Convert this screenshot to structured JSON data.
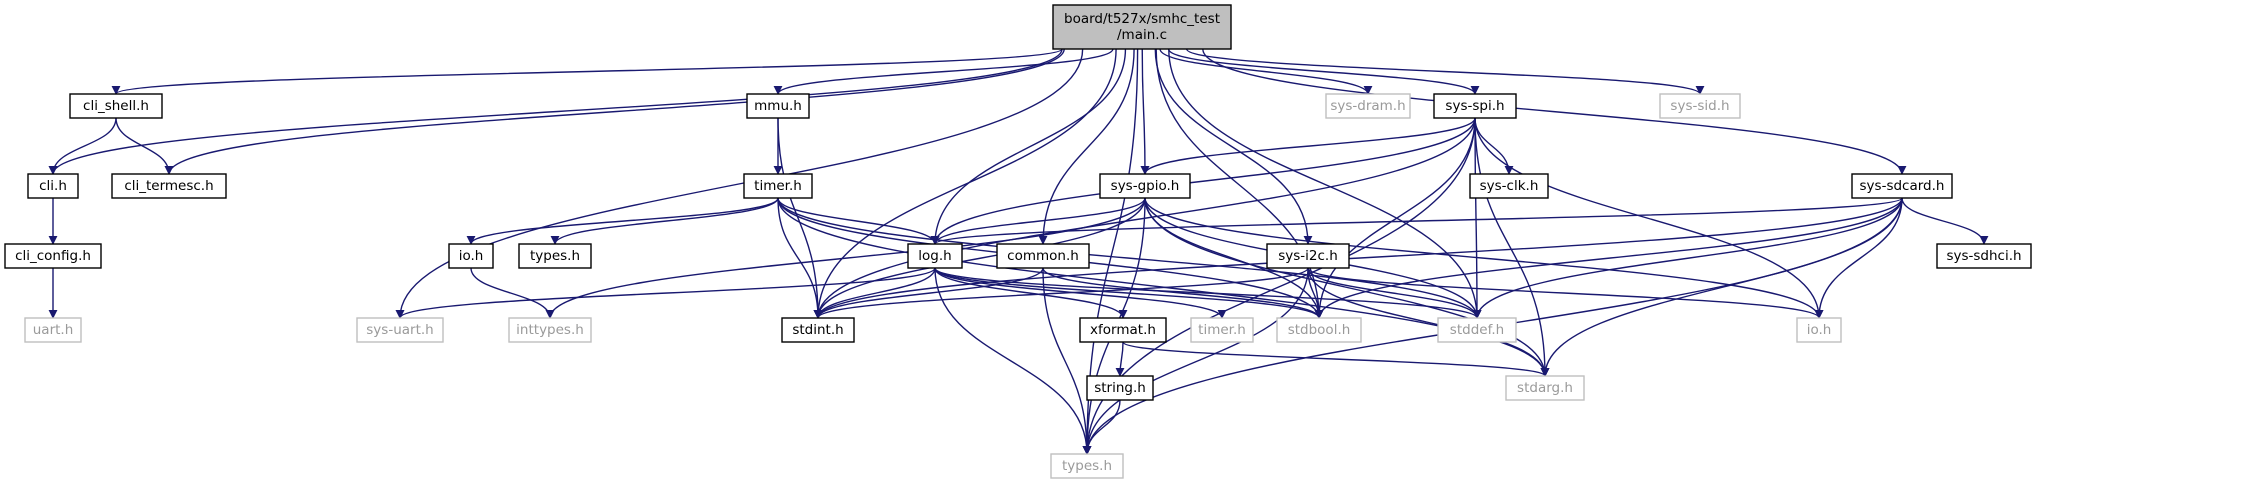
{
  "graph": {
    "root": "main_c",
    "colors": {
      "edge": "#191970",
      "root_fill": "#bfbfbf",
      "solid_border": "#000000",
      "missing_border": "#bfbfbf",
      "missing_text": "#9a9a9a"
    },
    "nodes": [
      {
        "id": "main_c",
        "label_lines": [
          "board/t527x/smhc_test",
          "/main.c"
        ],
        "style": "root"
      },
      {
        "id": "cli_shell_h",
        "label_lines": [
          "cli_shell.h"
        ],
        "style": "solid"
      },
      {
        "id": "cli_h",
        "label_lines": [
          "cli.h"
        ],
        "style": "solid"
      },
      {
        "id": "cli_termesc_h",
        "label_lines": [
          "cli_termesc.h"
        ],
        "style": "solid"
      },
      {
        "id": "cli_config_h",
        "label_lines": [
          "cli_config.h"
        ],
        "style": "solid"
      },
      {
        "id": "uart_h",
        "label_lines": [
          "uart.h"
        ],
        "style": "missing"
      },
      {
        "id": "mmu_h",
        "label_lines": [
          "mmu.h"
        ],
        "style": "solid"
      },
      {
        "id": "timer_h",
        "label_lines": [
          "timer.h"
        ],
        "style": "solid"
      },
      {
        "id": "io_h_small",
        "label_lines": [
          "io.h"
        ],
        "style": "solid"
      },
      {
        "id": "types_h_small",
        "label_lines": [
          "types.h"
        ],
        "style": "solid"
      },
      {
        "id": "sys_dram_h",
        "label_lines": [
          "sys-dram.h"
        ],
        "style": "missing"
      },
      {
        "id": "sys_spi_h",
        "label_lines": [
          "sys-spi.h"
        ],
        "style": "solid"
      },
      {
        "id": "sys_sid_h",
        "label_lines": [
          "sys-sid.h"
        ],
        "style": "missing"
      },
      {
        "id": "sys_clk_h",
        "label_lines": [
          "sys-clk.h"
        ],
        "style": "solid"
      },
      {
        "id": "sys_gpio_h",
        "label_lines": [
          "sys-gpio.h"
        ],
        "style": "solid"
      },
      {
        "id": "sys_sdcard_h",
        "label_lines": [
          "sys-sdcard.h"
        ],
        "style": "solid"
      },
      {
        "id": "sys_sdhci_h",
        "label_lines": [
          "sys-sdhci.h"
        ],
        "style": "solid"
      },
      {
        "id": "log_h",
        "label_lines": [
          "log.h"
        ],
        "style": "solid"
      },
      {
        "id": "common_h",
        "label_lines": [
          "common.h"
        ],
        "style": "solid"
      },
      {
        "id": "sys_i2c_h",
        "label_lines": [
          "sys-i2c.h"
        ],
        "style": "solid"
      },
      {
        "id": "sys_uart_h",
        "label_lines": [
          "sys-uart.h"
        ],
        "style": "missing"
      },
      {
        "id": "inttypes_h",
        "label_lines": [
          "inttypes.h"
        ],
        "style": "missing"
      },
      {
        "id": "stdint_h",
        "label_lines": [
          "stdint.h"
        ],
        "style": "solid"
      },
      {
        "id": "xformat_h",
        "label_lines": [
          "xformat.h"
        ],
        "style": "solid"
      },
      {
        "id": "timer_h_sys",
        "label_lines": [
          "timer.h"
        ],
        "style": "missing"
      },
      {
        "id": "stdbool_h",
        "label_lines": [
          "stdbool.h"
        ],
        "style": "missing"
      },
      {
        "id": "stddef_h",
        "label_lines": [
          "stddef.h"
        ],
        "style": "missing"
      },
      {
        "id": "io_h",
        "label_lines": [
          "io.h"
        ],
        "style": "missing"
      },
      {
        "id": "string_h",
        "label_lines": [
          "string.h"
        ],
        "style": "solid"
      },
      {
        "id": "stdarg_h",
        "label_lines": [
          "stdarg.h"
        ],
        "style": "missing"
      },
      {
        "id": "types_h",
        "label_lines": [
          "types.h"
        ],
        "style": "missing"
      }
    ],
    "edges": [
      [
        "main_c",
        "cli_shell_h"
      ],
      [
        "main_c",
        "cli_h"
      ],
      [
        "main_c",
        "cli_termesc_h"
      ],
      [
        "main_c",
        "mmu_h"
      ],
      [
        "main_c",
        "sys_dram_h"
      ],
      [
        "main_c",
        "sys_spi_h"
      ],
      [
        "main_c",
        "sys_sid_h"
      ],
      [
        "main_c",
        "sys_gpio_h"
      ],
      [
        "main_c",
        "sys_sdcard_h"
      ],
      [
        "main_c",
        "log_h"
      ],
      [
        "main_c",
        "common_h"
      ],
      [
        "main_c",
        "sys_i2c_h"
      ],
      [
        "main_c",
        "sys_uart_h"
      ],
      [
        "main_c",
        "stdint_h"
      ],
      [
        "main_c",
        "stdbool_h"
      ],
      [
        "main_c",
        "stddef_h"
      ],
      [
        "main_c",
        "types_h"
      ],
      [
        "cli_shell_h",
        "cli_h"
      ],
      [
        "cli_shell_h",
        "cli_termesc_h"
      ],
      [
        "cli_h",
        "cli_config_h"
      ],
      [
        "cli_config_h",
        "uart_h"
      ],
      [
        "mmu_h",
        "timer_h"
      ],
      [
        "mmu_h",
        "stdint_h"
      ],
      [
        "timer_h",
        "io_h_small"
      ],
      [
        "timer_h",
        "types_h_small"
      ],
      [
        "timer_h",
        "log_h"
      ],
      [
        "timer_h",
        "stdint_h"
      ],
      [
        "timer_h",
        "stdbool_h"
      ],
      [
        "timer_h",
        "stddef_h"
      ],
      [
        "timer_h",
        "stdarg_h"
      ],
      [
        "io_h_small",
        "inttypes_h"
      ],
      [
        "sys_spi_h",
        "sys_clk_h"
      ],
      [
        "sys_spi_h",
        "sys_gpio_h"
      ],
      [
        "sys_spi_h",
        "log_h"
      ],
      [
        "sys_spi_h",
        "stdint_h"
      ],
      [
        "sys_spi_h",
        "stdbool_h"
      ],
      [
        "sys_spi_h",
        "stddef_h"
      ],
      [
        "sys_spi_h",
        "io_h"
      ],
      [
        "sys_spi_h",
        "stdarg_h"
      ],
      [
        "sys_spi_h",
        "types_h"
      ],
      [
        "sys_gpio_h",
        "log_h"
      ],
      [
        "sys_gpio_h",
        "inttypes_h"
      ],
      [
        "sys_gpio_h",
        "stdint_h"
      ],
      [
        "sys_gpio_h",
        "stdbool_h"
      ],
      [
        "sys_gpio_h",
        "stddef_h"
      ],
      [
        "sys_gpio_h",
        "stdarg_h"
      ],
      [
        "sys_gpio_h",
        "io_h"
      ],
      [
        "sys_gpio_h",
        "types_h"
      ],
      [
        "sys_sdcard_h",
        "sys_sdhci_h"
      ],
      [
        "sys_sdcard_h",
        "log_h"
      ],
      [
        "sys_sdcard_h",
        "stdint_h"
      ],
      [
        "sys_sdcard_h",
        "stdbool_h"
      ],
      [
        "sys_sdcard_h",
        "stddef_h"
      ],
      [
        "sys_sdcard_h",
        "io_h"
      ],
      [
        "sys_sdcard_h",
        "stdarg_h"
      ],
      [
        "sys_sdcard_h",
        "types_h"
      ],
      [
        "log_h",
        "sys_uart_h"
      ],
      [
        "log_h",
        "stdint_h"
      ],
      [
        "log_h",
        "xformat_h"
      ],
      [
        "log_h",
        "timer_h_sys"
      ],
      [
        "log_h",
        "stdbool_h"
      ],
      [
        "log_h",
        "stddef_h"
      ],
      [
        "log_h",
        "types_h"
      ],
      [
        "common_h",
        "stdint_h"
      ],
      [
        "common_h",
        "stdbool_h"
      ],
      [
        "common_h",
        "types_h"
      ],
      [
        "sys_i2c_h",
        "stdint_h"
      ],
      [
        "sys_i2c_h",
        "stdbool_h"
      ],
      [
        "sys_i2c_h",
        "stddef_h"
      ],
      [
        "sys_i2c_h",
        "io_h"
      ],
      [
        "sys_i2c_h",
        "stdarg_h"
      ],
      [
        "sys_i2c_h",
        "types_h"
      ],
      [
        "xformat_h",
        "string_h"
      ],
      [
        "xformat_h",
        "stdarg_h"
      ],
      [
        "string_h",
        "types_h"
      ]
    ]
  }
}
